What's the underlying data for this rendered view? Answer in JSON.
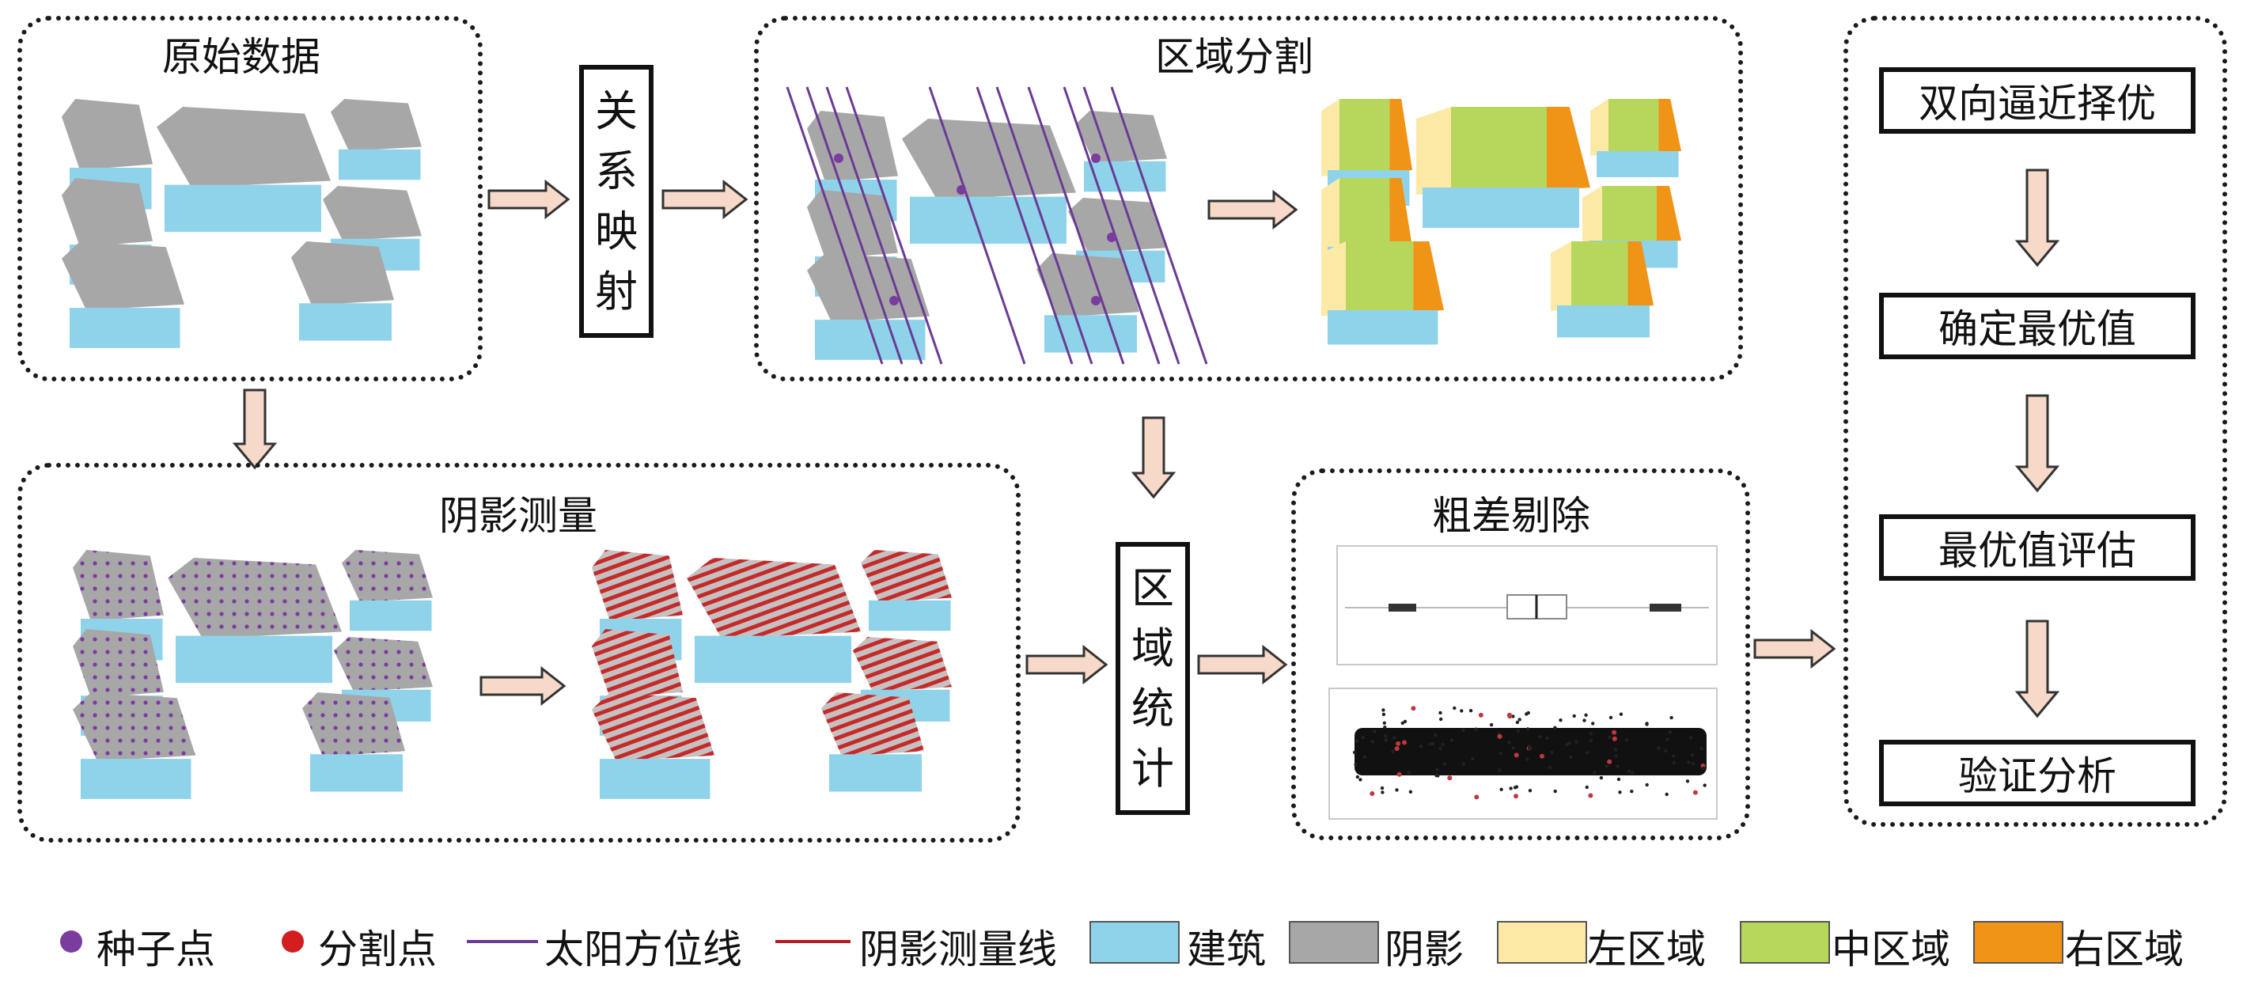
{
  "panels": {
    "raw": "原始数据",
    "segment": "区域分割",
    "shadow": "阴影测量",
    "gross": "粗差剔除"
  },
  "mapping": [
    "关",
    "系",
    "映",
    "射"
  ],
  "stats": [
    "区",
    "域",
    "统",
    "计"
  ],
  "steps": [
    "双向逼近择优",
    "确定最优值",
    "最优值评估",
    "验证分析"
  ],
  "legend": {
    "seed": "种子点",
    "split": "分割点",
    "sun_line": "太阳方位线",
    "shadow_line": "阴影测量线",
    "building": "建筑",
    "shadow": "阴影",
    "left": "左区域",
    "middle": "中区域",
    "right": "右区域"
  },
  "colors": {
    "building": "#8fd3ea",
    "shadow": "#a7a7a7",
    "left": "#fde9a6",
    "middle": "#b6d65c",
    "right": "#ef9416",
    "seed": "#7a3c9e",
    "split": "#d21e1e",
    "sun_line": "#6a3b95",
    "shadow_line": "#b32024",
    "arrow_fill": "#f6d9c8"
  }
}
